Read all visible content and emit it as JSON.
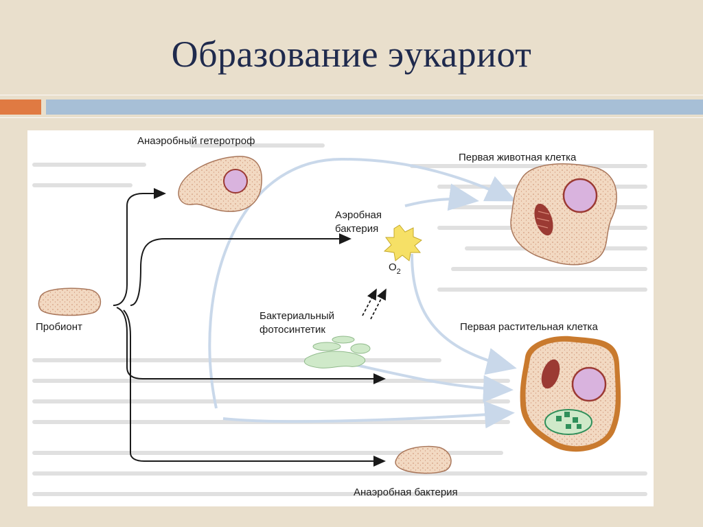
{
  "slide": {
    "title": "Образование эукариот"
  },
  "diagram": {
    "labels": {
      "anaerobic_heterotroph": "Анаэробный гетеротроф",
      "first_animal_cell": "Первая животная клетка",
      "aerobic_bacterium_line1": "Аэробная",
      "aerobic_bacterium_line2": "бактерия",
      "oxygen": "O",
      "oxygen_subscript": "2",
      "probiont": "Пробионт",
      "photosynthetic_line1": "Бактериальный",
      "photosynthetic_line2": "фотосинтетик",
      "first_plant_cell": "Первая растительная клетка",
      "anaerobic_bacterium": "Анаэробная бактерия"
    },
    "colors": {
      "cell_fill": "#f2d9c2",
      "nucleus_fill": "#d9b3de",
      "mitochondrion": "#9b3a33",
      "chloroplast": "#2f8f5a",
      "cell_wall": "#c97a2e",
      "aerobic_bacterium": "#f6e066",
      "photosynthetic": "#cfe9c9",
      "arrow": "#1a1a1a",
      "faded_arrow": "#c9d8ea"
    }
  }
}
